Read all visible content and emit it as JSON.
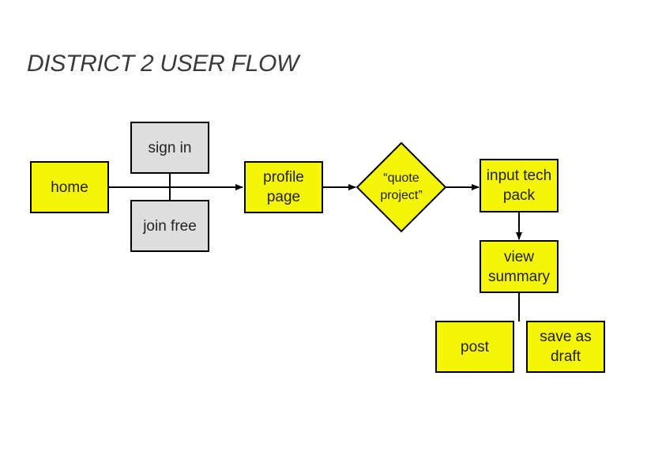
{
  "title": "DISTRICT 2 USER FLOW",
  "colors": {
    "primary_fill": "#f5f50a",
    "secondary_fill": "#dedede",
    "stroke": "#000000"
  },
  "nodes": {
    "home": "home",
    "sign_in": "sign in",
    "join_free": "join free",
    "profile_page": "profile\npage",
    "quote_project": "“quote\nproject”",
    "input_tech_pack": "input tech\npack",
    "view_summary": "view\nsummary",
    "post": "post",
    "save_as_draft": "save as\ndraft"
  },
  "edges": [
    {
      "from": "home",
      "to": "profile_page"
    },
    {
      "from": "sign_in",
      "to": "profile_page"
    },
    {
      "from": "join_free",
      "to": "profile_page"
    },
    {
      "from": "profile_page",
      "to": "quote_project"
    },
    {
      "from": "quote_project",
      "to": "input_tech_pack"
    },
    {
      "from": "input_tech_pack",
      "to": "view_summary"
    },
    {
      "from": "view_summary",
      "to": "post"
    },
    {
      "from": "view_summary",
      "to": "save_as_draft"
    }
  ]
}
